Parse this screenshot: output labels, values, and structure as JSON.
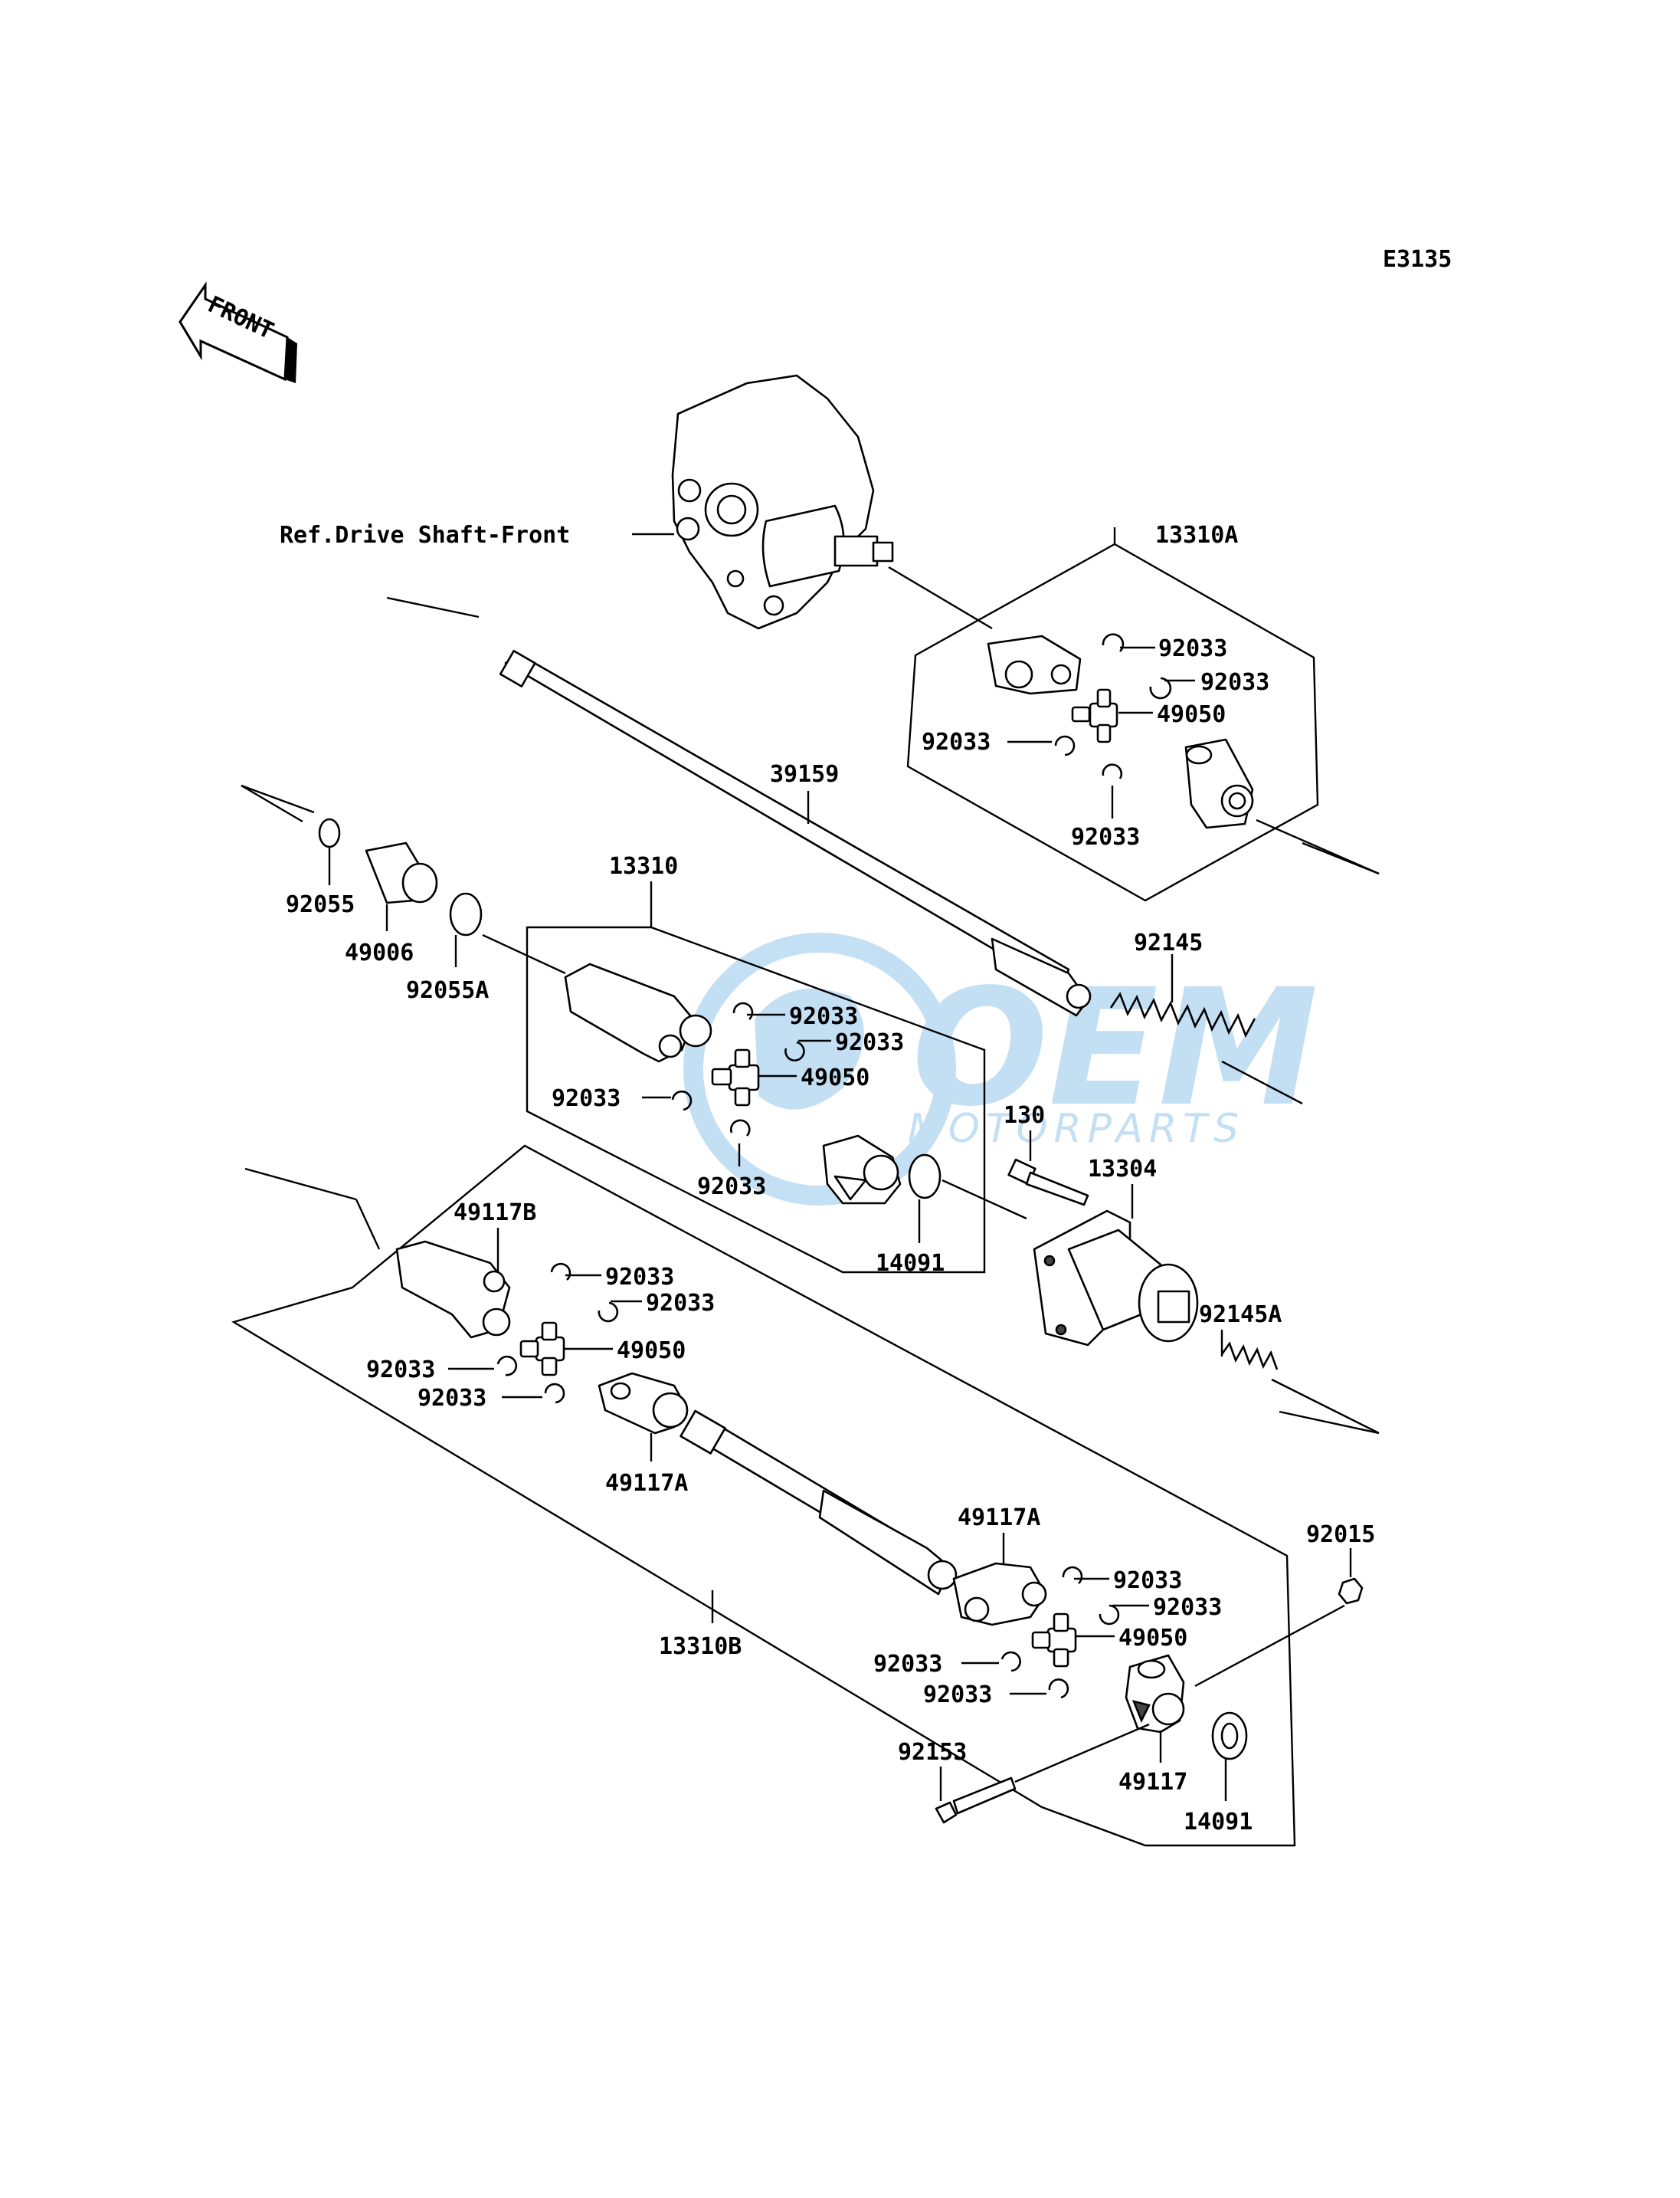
{
  "diagram_code": "E3135",
  "front_arrow_label": "FRONT",
  "watermark": {
    "logo": "OEM",
    "sub": "MOTORPARTS"
  },
  "reference": "Ref.Drive Shaft-Front",
  "labels": {
    "l13310A": "13310A",
    "l92033_a1": "92033",
    "l92033_a2": "92033",
    "l92033_a3": "92033",
    "l92033_a4": "92033",
    "l49050_a": "49050",
    "l39159": "39159",
    "l92055": "92055",
    "l49006": "49006",
    "l92055A": "92055A",
    "l13310": "13310",
    "l92033_b1": "92033",
    "l92033_b2": "92033",
    "l92033_b3": "92033",
    "l92033_b4": "92033",
    "l49050_b": "49050",
    "l92145": "92145",
    "l130": "130",
    "l13304": "13304",
    "l14091_a": "14091",
    "l92145A": "92145A",
    "l49117B": "49117B",
    "l92033_c1": "92033",
    "l92033_c2": "92033",
    "l92033_c3": "92033",
    "l92033_c4": "92033",
    "l49050_c": "49050",
    "l49117A_a": "49117A",
    "l49117A_b": "49117A",
    "l92033_d1": "92033",
    "l92033_d2": "92033",
    "l92033_d3": "92033",
    "l92033_d4": "92033",
    "l49050_d": "49050",
    "l13310B": "13310B",
    "l92015": "92015",
    "l92153": "92153",
    "l49117": "49117",
    "l14091_b": "14091"
  }
}
